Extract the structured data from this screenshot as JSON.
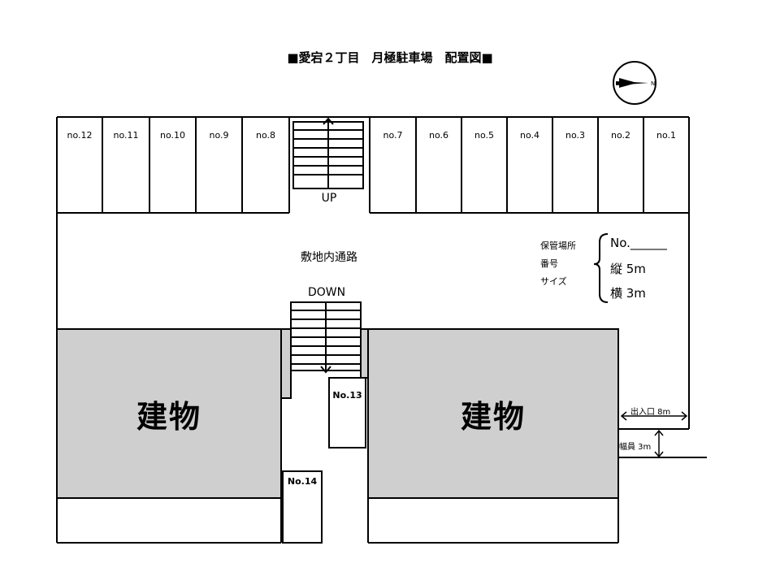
{
  "title": "■愛宕２丁目　月極駐車場　配置図■",
  "slots": {
    "left": [
      "no.12",
      "no.11",
      "no.10",
      "no.9",
      "no.8"
    ],
    "right": [
      "no.7",
      "no.6",
      "no.5",
      "no.4",
      "no.3",
      "no.2",
      "no.1"
    ]
  },
  "stairs": {
    "up": "UP",
    "down": "DOWN"
  },
  "road_label": "敷地内通路",
  "legend": {
    "items": [
      "保管場所",
      "番号",
      "サイズ"
    ],
    "number": "No.______",
    "vertical": "縦 5m",
    "horizontal": "横 3m"
  },
  "buildings": [
    "建物",
    "建物"
  ],
  "extra_slots": [
    "No.13",
    "No.14"
  ],
  "entrance": {
    "label": "出入口 8m",
    "width": "幅員 3m"
  }
}
